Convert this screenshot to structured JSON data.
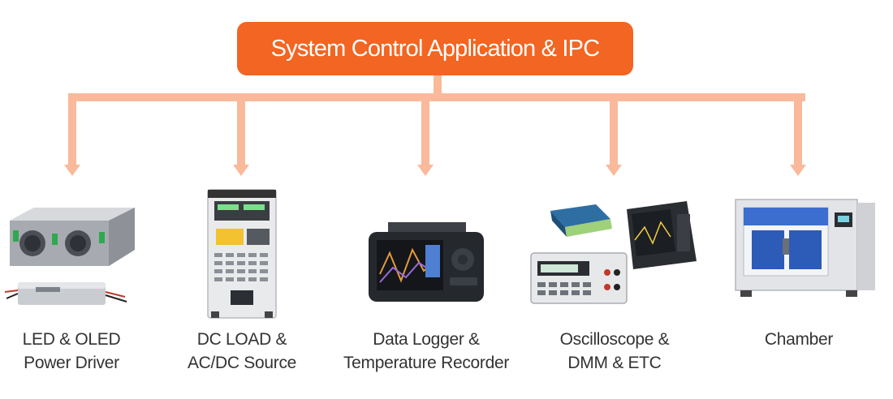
{
  "root": {
    "label": "System Control Application & IPC"
  },
  "colors": {
    "accent": "#f26522",
    "connector": "#f9b99a",
    "text": "#333333"
  },
  "devices": [
    {
      "name": "led-oled-driver",
      "caption_lines": [
        "LED & OLED",
        "Power Driver"
      ]
    },
    {
      "name": "dc-load-source",
      "caption_lines": [
        "DC LOAD &",
        "AC/DC Source"
      ]
    },
    {
      "name": "data-logger",
      "caption_lines": [
        "Data Logger &",
        "Temperature Recorder"
      ]
    },
    {
      "name": "oscilloscope-dmm",
      "caption_lines": [
        "Oscilloscope &",
        "DMM & ETC"
      ]
    },
    {
      "name": "chamber",
      "caption_lines": [
        "Chamber"
      ]
    }
  ]
}
